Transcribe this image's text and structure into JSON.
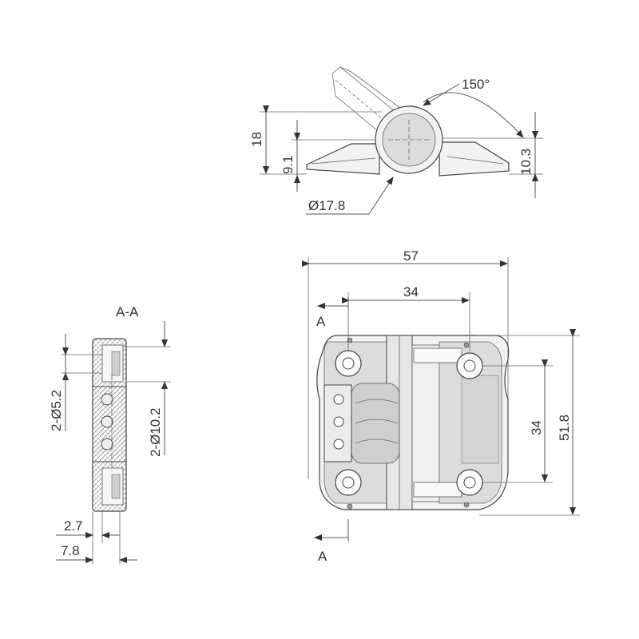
{
  "drawing": {
    "side_view": {
      "angle": "150°",
      "height_total": "18",
      "height_axis": "9.1",
      "height_right": "10.3",
      "pin_diameter": "Ø17.8"
    },
    "section_view": {
      "title": "A-A",
      "hole_small": "2-Ø5.2",
      "hole_large": "2-Ø10.2",
      "thickness_inner": "2.7",
      "thickness_total": "7.8"
    },
    "front_view": {
      "width_total": "57",
      "hole_spacing_x": "34",
      "hole_spacing_y": "34",
      "height_total": "51.8",
      "section_label_top": "A",
      "section_label_bottom": "A"
    }
  }
}
